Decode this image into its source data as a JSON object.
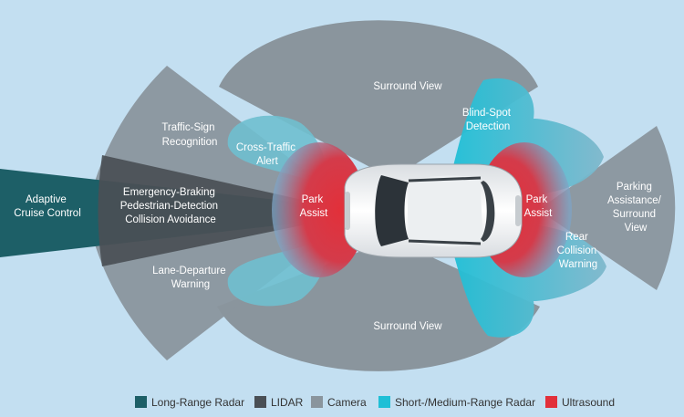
{
  "colors": {
    "background": "#c3dff1",
    "long_range_radar": "#1d5f67",
    "lidar": "#4a4f55",
    "camera": "#8a959d",
    "short_medium_radar": "#1fbfd6",
    "ultrasound": "#e2303a"
  },
  "zones": {
    "adaptive_cruise": [
      "Adaptive",
      "Cruise Control"
    ],
    "emergency_braking": [
      "Emergency-Braking",
      "Pedestrian-Detection",
      "Collision Avoidance"
    ],
    "traffic_sign": [
      "Traffic-Sign",
      "Recognition"
    ],
    "cross_traffic": [
      "Cross-Traffic",
      "Alert"
    ],
    "lane_departure": [
      "Lane-Departure",
      "Warning"
    ],
    "park_assist_front": [
      "Park",
      "Assist"
    ],
    "surround_view_top": "Surround View",
    "surround_view_bottom": "Surround View",
    "blind_spot": [
      "Blind-Spot",
      "Detection"
    ],
    "park_assist_rear": [
      "Park",
      "Assist"
    ],
    "parking_assistance": [
      "Parking",
      "Assistance/",
      "Surround",
      "View"
    ],
    "rear_collision": [
      "Rear",
      "Collision",
      "Warning"
    ]
  },
  "legend": [
    {
      "label": "Long-Range Radar",
      "color": "#1d5f67"
    },
    {
      "label": "LIDAR",
      "color": "#4a4f55"
    },
    {
      "label": "Camera",
      "color": "#8a959d"
    },
    {
      "label": "Short-/Medium-Range Radar",
      "color": "#1fbfd6"
    },
    {
      "label": "Ultrasound",
      "color": "#e2303a"
    }
  ]
}
